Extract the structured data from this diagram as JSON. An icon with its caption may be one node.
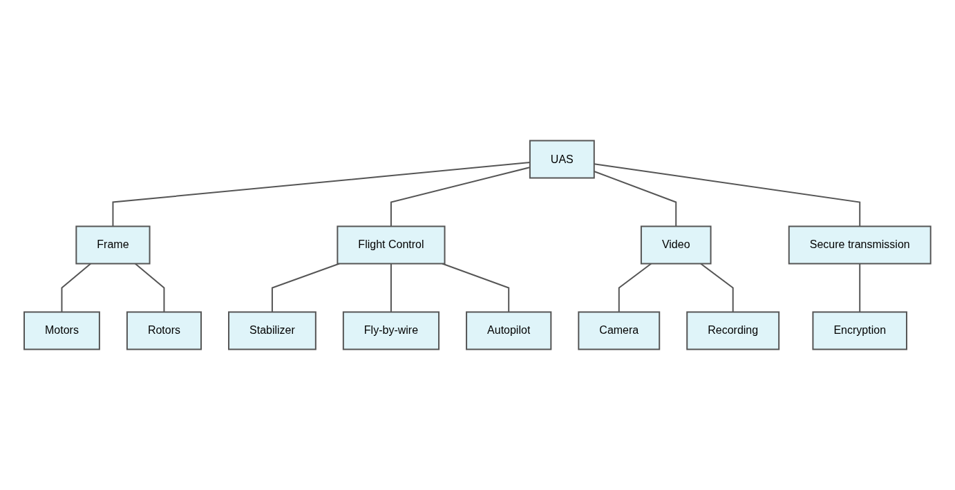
{
  "diagram": {
    "nodes": [
      {
        "text": [
          "UAS"
        ]
      },
      {
        "text": [
          "Frame"
        ]
      },
      {
        "text": [
          "Flight Control"
        ]
      },
      {
        "text": [
          "Video"
        ]
      },
      {
        "text": [
          "Secure transmission"
        ]
      },
      {
        "text": [
          "Motors"
        ]
      },
      {
        "text": [
          "Rotors"
        ]
      },
      {
        "text": [
          "Camera"
        ]
      },
      {
        "text": [
          "Recording"
        ]
      },
      {
        "text": [
          "Encryption"
        ]
      },
      {
        "text": [
          "Stabilizer"
        ]
      },
      {
        "text": [
          "Fly-by-wire"
        ]
      },
      {
        "text": [
          "Autopilot"
        ]
      }
    ],
    "edges": [
      {
        "from": 0,
        "to": 1,
        "arrow": "none"
      },
      {
        "from": 0,
        "to": 2,
        "arrow": "none"
      },
      {
        "from": 0,
        "to": 3,
        "arrow": "none"
      },
      {
        "from": 0,
        "to": 4,
        "arrow": "none"
      },
      {
        "from": 1,
        "to": 5,
        "arrow": "none"
      },
      {
        "from": 1,
        "to": 6,
        "arrow": "none"
      },
      {
        "from": 3,
        "to": 7,
        "arrow": "none"
      },
      {
        "from": 3,
        "to": 8,
        "arrow": "none"
      },
      {
        "from": 4,
        "to": 9,
        "arrow": "none"
      },
      {
        "from": 2,
        "to": 10,
        "arrow": "none"
      },
      {
        "from": 2,
        "to": 11,
        "arrow": "none"
      },
      {
        "from": 2,
        "to": 12,
        "arrow": "none"
      }
    ]
  }
}
